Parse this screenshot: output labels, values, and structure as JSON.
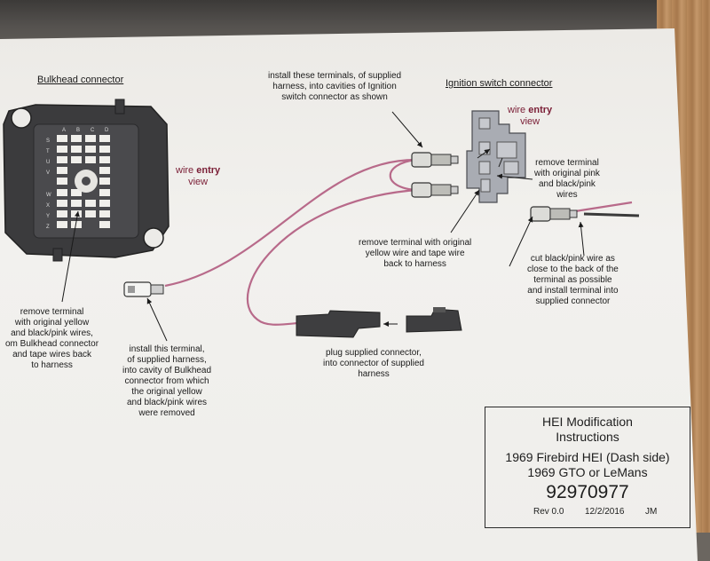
{
  "bulkhead": {
    "title": "Bulkhead connector",
    "row_letters_top": [
      "A",
      "B",
      "C",
      "D"
    ],
    "row_letters_side": [
      "S",
      "T",
      "U",
      "V",
      "W",
      "X",
      "Y",
      "Z"
    ],
    "wire_entry": [
      "wire",
      "entry",
      "view"
    ],
    "note_remove": [
      "remove terminal",
      "with original yellow",
      "and black/pink wires,",
      "om Bulkhead connector",
      "and tape wires back",
      "to harness"
    ],
    "note_install": [
      "install this terminal,",
      "of supplied harness,",
      "into cavity of Bulkhead",
      "connector from which",
      "the original yellow",
      "and black/pink wires",
      "were removed"
    ]
  },
  "ignition": {
    "title": "Ignition switch connector",
    "wire_entry": [
      "wire",
      "entry",
      "view"
    ],
    "note_install": [
      "install these terminals, of supplied",
      "harness, into cavities of Ignition",
      "switch connector as shown"
    ],
    "note_remove_yellow": [
      "remove terminal with original",
      "yellow wire and tape wire",
      "back to harness"
    ],
    "note_remove_pink": [
      "remove terminal",
      "with original pink",
      "and black/pink",
      "wires"
    ],
    "note_cut": [
      "cut black/pink wire as",
      "close to the back of the",
      "terminal as possible",
      "and install terminal into",
      "supplied connector"
    ]
  },
  "plug_note": [
    "plug supplied connector,",
    "into connector of supplied",
    "harness"
  ],
  "title_block": {
    "line1": "HEI Modification",
    "line2": "Instructions",
    "line3": "1969 Firebird HEI (Dash side)",
    "line4": "1969 GTO or LeMans",
    "part_number": "92970977",
    "rev": "Rev 0.0",
    "date": "12/2/2016",
    "initials": "JM"
  },
  "colors": {
    "wire": "#b86a8a",
    "wire_entry_text": "#7a1e36",
    "connector_body": "#3d3d3f"
  }
}
